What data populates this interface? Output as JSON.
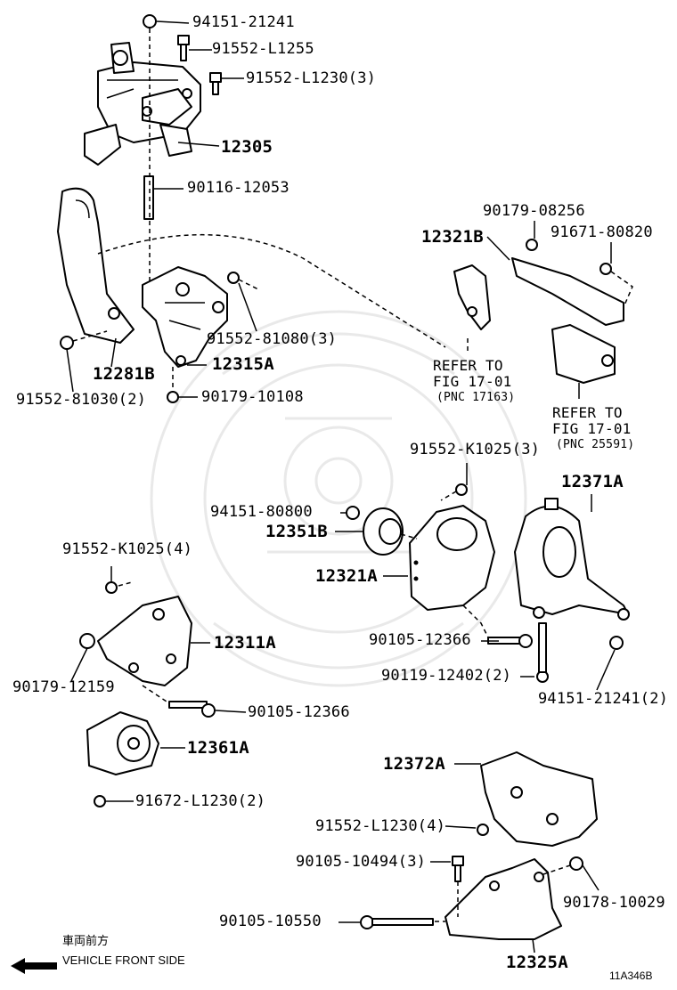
{
  "parts": {
    "p94151_21241": "94151-21241",
    "p91552_L1255": "91552-L1255",
    "p91552_L1230_3": "91552-L1230(3)",
    "p12305": "12305",
    "p90116_12053": "90116-12053",
    "p90179_08256": "90179-08256",
    "p12321B": "12321B",
    "p91671_80820": "91671-80820",
    "p91552_81080_3": "91552-81080(3)",
    "p12281B": "12281B",
    "p12315A": "12315A",
    "p91552_81030_2": "91552-81030(2)",
    "p90179_10108": "90179-10108",
    "p91552_K1025_3": "91552-K1025(3)",
    "p12371A": "12371A",
    "p94151_80800": "94151-80800",
    "p12351B": "12351B",
    "p12321A": "12321A",
    "p91552_K1025_4": "91552-K1025(4)",
    "p12311A": "12311A",
    "p90105_12366_a": "90105-12366",
    "p90119_12402_2": "90119-12402(2)",
    "p90179_12159": "90179-12159",
    "p94151_21241_2": "94151-21241(2)",
    "p90105_12366_b": "90105-12366",
    "p12361A": "12361A",
    "p12372A": "12372A",
    "p91672_L1230_2": "91672-L1230(2)",
    "p91552_L1230_4": "91552-L1230(4)",
    "p90105_10494_3": "90105-10494(3)",
    "p90178_10029": "90178-10029",
    "p90105_10550": "90105-10550",
    "p12325A": "12325A"
  },
  "refs": {
    "ref1_line1": "REFER TO",
    "ref1_line2": "FIG 17-01",
    "ref1_pnc": "(PNC 17163)",
    "ref2_line1": "REFER TO",
    "ref2_line2": "FIG 17-01",
    "ref2_pnc": "(PNC 25591)"
  },
  "footer": {
    "jp_label": "車両前方",
    "front_label": "VEHICLE FRONT SIDE",
    "diagram_id": "11A346B"
  },
  "icons": {
    "front_arrow": "arrow-left-icon"
  }
}
